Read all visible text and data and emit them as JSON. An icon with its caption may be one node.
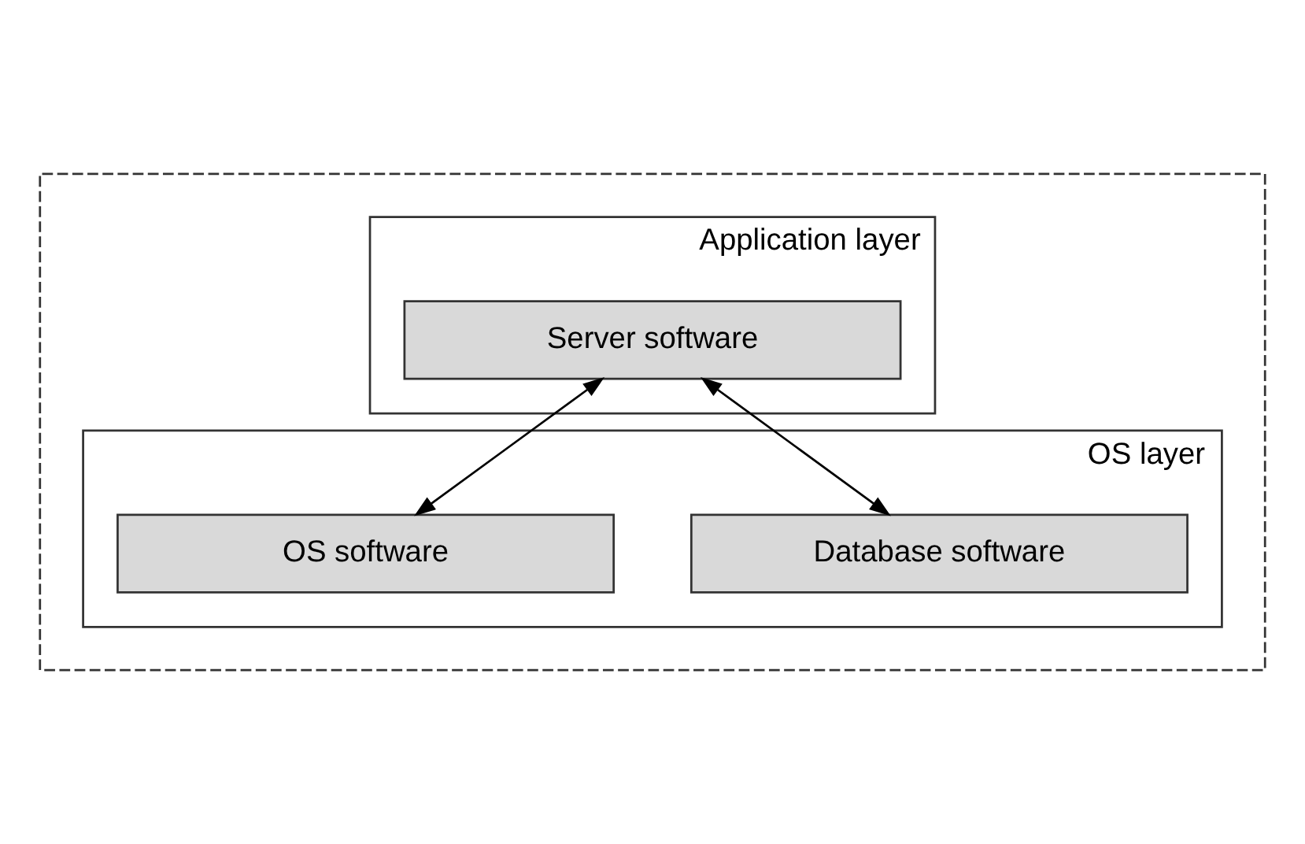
{
  "diagram": {
    "nodes": [
      {
        "text": [],
        "shape": "box"
      },
      {
        "text": [
          "Application layer"
        ],
        "in": 0
      },
      {
        "text": [
          "Server software"
        ],
        "in": 1
      },
      {
        "text": [
          "OS layer"
        ],
        "in": 0
      },
      {
        "text": [
          "Database software"
        ],
        "in": 3
      },
      {
        "text": [
          "OS software"
        ],
        "in": 3
      }
    ],
    "edges": [
      {
        "from": 2,
        "to": 4,
        "arrow": "both"
      },
      {
        "from": 2,
        "to": 5,
        "arrow": "both"
      }
    ]
  }
}
